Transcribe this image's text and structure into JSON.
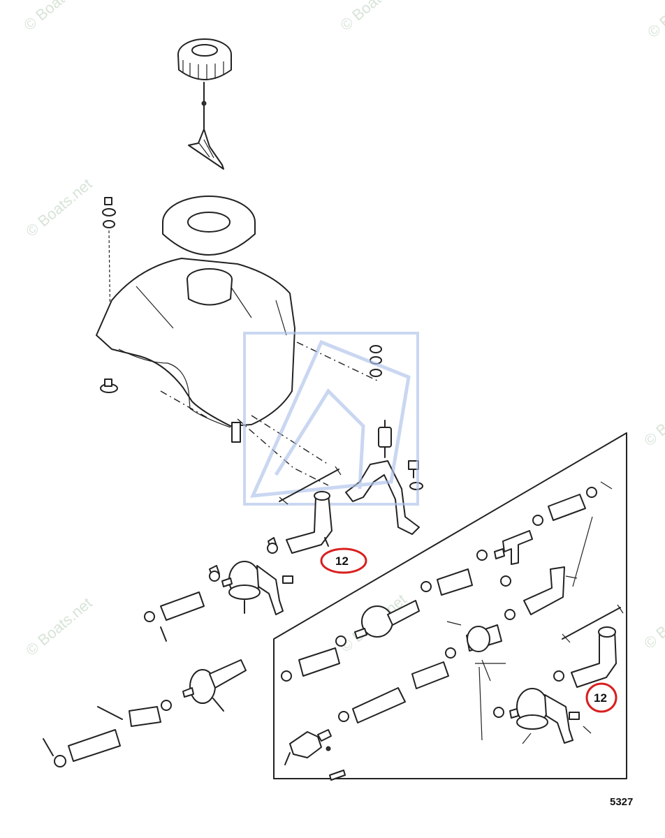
{
  "diagram": {
    "callouts": [
      {
        "id": "callout-a",
        "text": "12",
        "color": "#d81f1f"
      },
      {
        "id": "callout-b",
        "text": "12",
        "color": "#d81f1f"
      }
    ],
    "drawing_number": "5327",
    "watermark": {
      "text": "© Boats.net",
      "color": "#cfdccf"
    },
    "logo_color": "#aec3ea"
  }
}
